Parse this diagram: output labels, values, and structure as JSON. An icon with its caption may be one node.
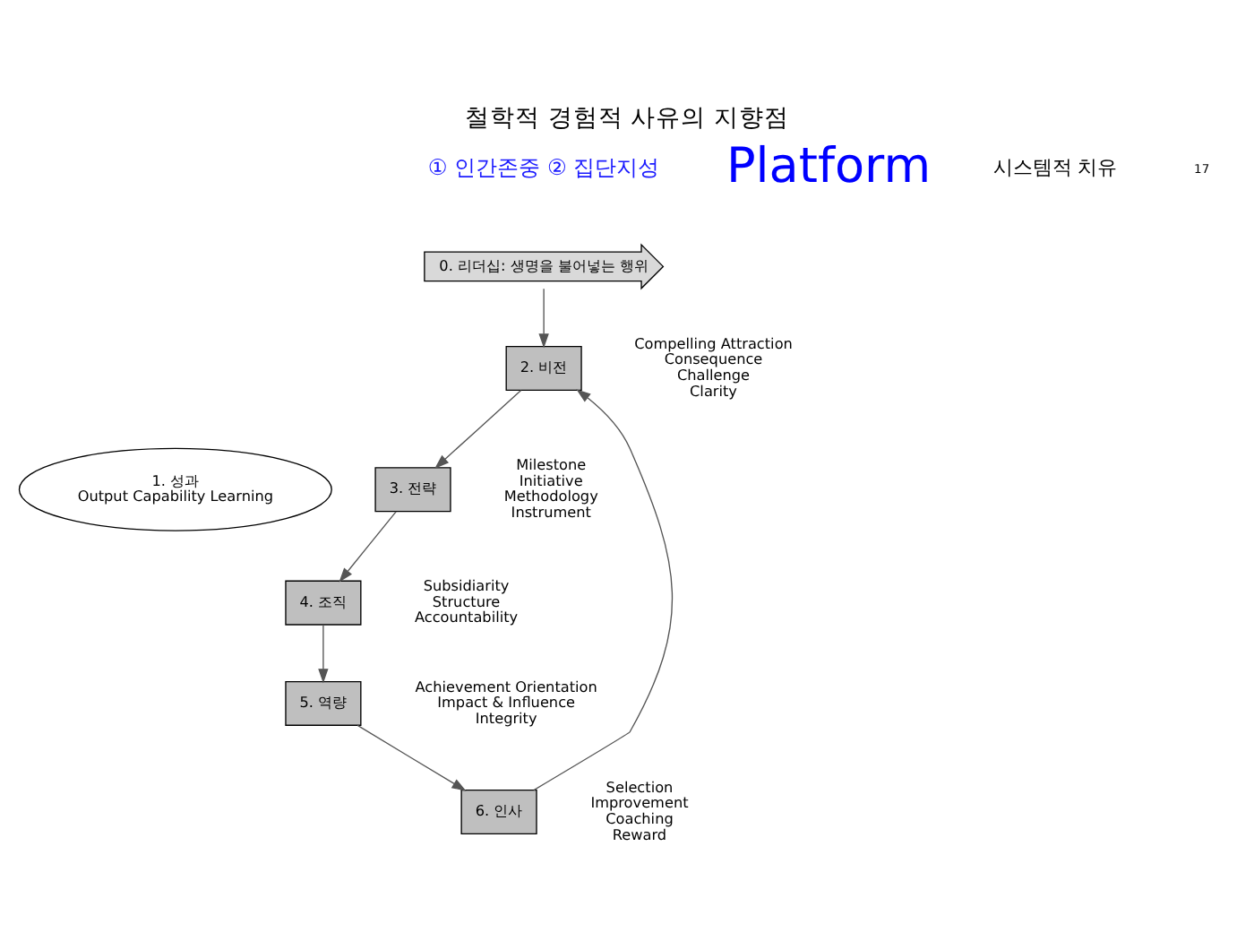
{
  "diagram": {
    "title": "철학적 경험적 사유의 지향점",
    "nodes": [
      {
        "text": [
          "0. 리더십: 생명을 불어넣는 행위"
        ]
      },
      {
        "text": [
          "1. 성과",
          "Output Capability Learning"
        ]
      },
      {
        "text": [
          "2. 비전"
        ],
        "beside": [
          "Compelling Attraction",
          "Consequence",
          "Challenge",
          "Clarity"
        ]
      },
      {
        "text": [
          "3. 전략"
        ],
        "beside": [
          "Milestone",
          "Initiative",
          "Methodology",
          "Instrument"
        ]
      },
      {
        "text": [
          "4. 조직"
        ],
        "beside": [
          "Subsidiarity",
          "Structure",
          "Accountability"
        ]
      },
      {
        "text": [
          "5. 역량"
        ],
        "beside": [
          "Achievement Orientation",
          "Impact & Influence",
          "Integrity"
        ]
      },
      {
        "text": [
          "6. 인사"
        ],
        "beside": [
          "Selection",
          "Improvement",
          "Coaching",
          "Reward"
        ]
      }
    ],
    "edges": [
      {
        "from": 0,
        "to": 2,
        "arrow": "to"
      },
      {
        "from": 2,
        "to": 3,
        "arrow": "to"
      },
      {
        "from": 3,
        "to": 4,
        "arrow": "to"
      },
      {
        "from": 4,
        "to": 5,
        "arrow": "to"
      },
      {
        "from": 5,
        "to": 6,
        "arrow": "to"
      },
      {
        "from": 6,
        "to": 2,
        "arrow": "to"
      }
    ],
    "labels": [
      "① 인간존중 ② 집단지성",
      "Platform",
      "시스템적 치유",
      "17"
    ]
  }
}
